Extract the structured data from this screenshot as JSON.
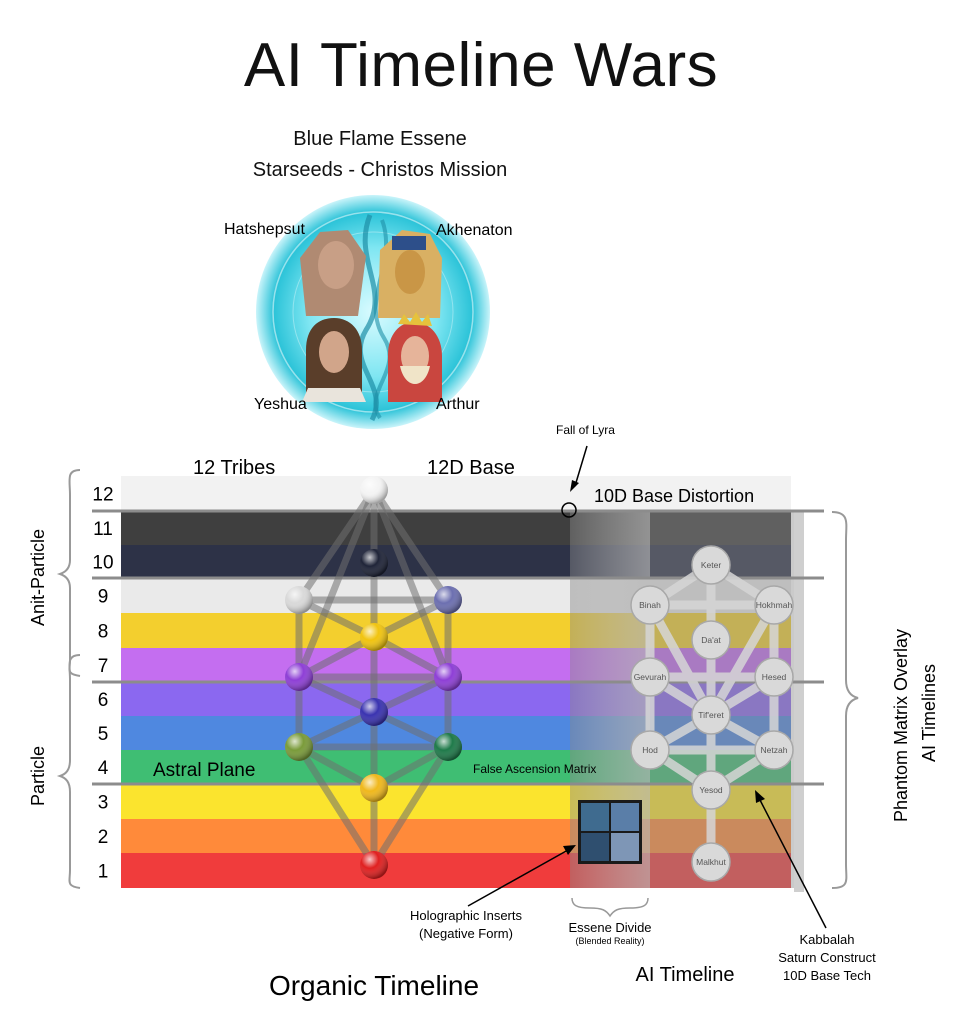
{
  "title": "AI Timeline Wars",
  "subtitle_line1": "Blue Flame Essene",
  "subtitle_line2": "Starseeds - Christos Mission",
  "portraits": [
    "Hatshepsut",
    "Akhenaton",
    "Yeshua",
    "Arthur"
  ],
  "top_labels": {
    "tribes": "12 Tribes",
    "base": "12D Base",
    "distortion": "10D Base Distortion",
    "fall": "Fall of Lyra"
  },
  "bands": [
    {
      "num": "12",
      "color": "#ededed"
    },
    {
      "num": "11",
      "color": "#3f3f3f"
    },
    {
      "num": "10",
      "color": "#2d3247"
    },
    {
      "num": "9",
      "color": "#eaeaea"
    },
    {
      "num": "8",
      "color": "#f3cf2e"
    },
    {
      "num": "7",
      "color": "#c46ef0"
    },
    {
      "num": "6",
      "color": "#8b68f0"
    },
    {
      "num": "5",
      "color": "#4f88e0"
    },
    {
      "num": "4",
      "color": "#3fbe73"
    },
    {
      "num": "3",
      "color": "#fbe42e"
    },
    {
      "num": "2",
      "color": "#ff8a3a"
    },
    {
      "num": "1",
      "color": "#f03c3c"
    }
  ],
  "side_labels": {
    "antiparticle": "Anit-Particle",
    "particle": "Particle",
    "phantom1": "Phantom Matrix Overlay",
    "phantom2": "AI Timelines"
  },
  "plane_labels": {
    "astral": "Astral Plane",
    "false_ascension": "False Ascension Matrix"
  },
  "kabbalah_nodes": [
    "Keter",
    "Binah",
    "Hokhmah",
    "Da'at",
    "Gevurah",
    "Hesed",
    "Tif'eret",
    "Hod",
    "Netzah",
    "Yesod",
    "Malkhut"
  ],
  "annotations": {
    "holo1": "Holographic Inserts",
    "holo2": "(Negative Form)",
    "essene1": "Essene Divide",
    "essene2": "(Blended Reality)",
    "kab1": "Kabbalah",
    "kab2": "Saturn Construct",
    "kab3": "10D Base Tech"
  },
  "bottom_labels": {
    "organic": "Organic Timeline",
    "ai": "AI Timeline"
  },
  "colors": {
    "orb_gold": "#f1c40f",
    "orb_purple": "#8e44ad",
    "orb_blue": "#3a3fb3",
    "orb_green": "#2e8b57",
    "orb_red": "#e02020",
    "circle_cyan": "#4ad6e6"
  }
}
